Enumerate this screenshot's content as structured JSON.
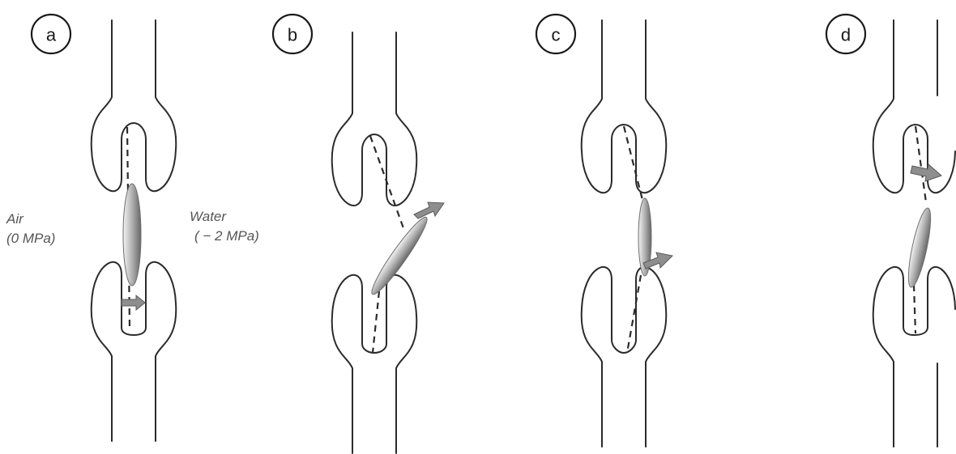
{
  "panels": [
    {
      "id": "a",
      "label": "a"
    },
    {
      "id": "b",
      "label": "b"
    },
    {
      "id": "c",
      "label": "c"
    },
    {
      "id": "d",
      "label": "d"
    }
  ],
  "side_labels": {
    "air_name": "Air",
    "air_pressure": "(0 MPa)",
    "water_name": "Water",
    "water_pressure": "( − 2 MPa)"
  },
  "colors": {
    "outline": "#2b2b2b",
    "membrane_light": "#f2f2f2",
    "membrane_dark": "#6a6a6a",
    "arrow": "#8e8e8e"
  }
}
